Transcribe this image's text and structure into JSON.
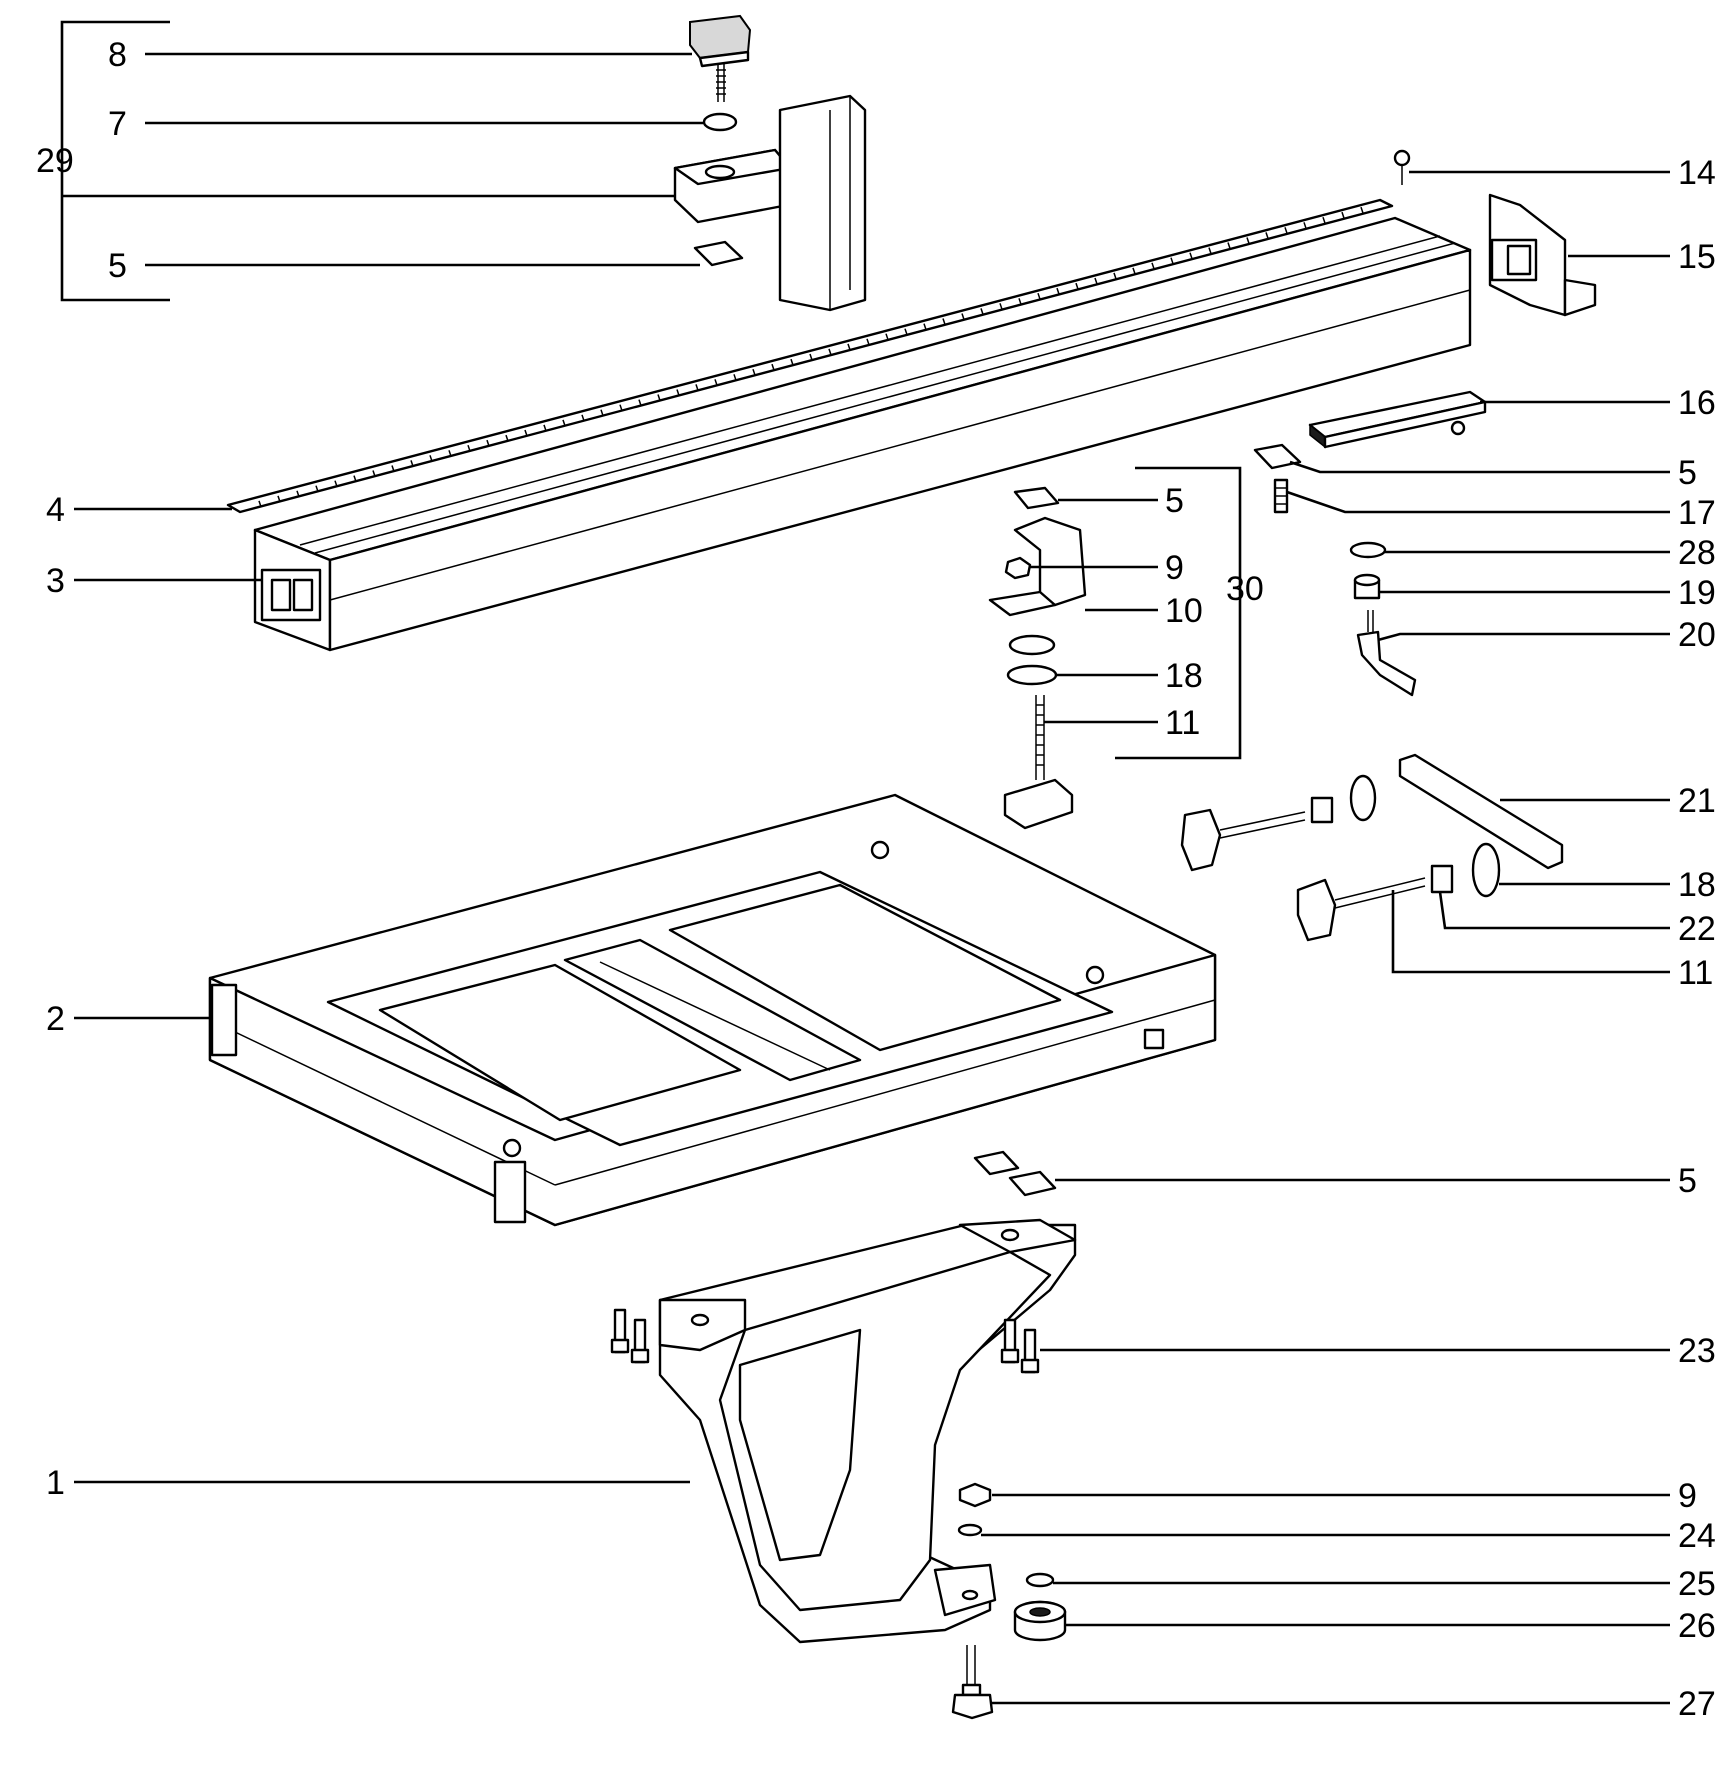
{
  "labels": {
    "l1": "1",
    "l2": "2",
    "l3": "3",
    "l4": "4",
    "l5a": "5",
    "l5b": "5",
    "l5c": "5",
    "l5d": "5",
    "l7": "7",
    "l8": "8",
    "l9a": "9",
    "l9b": "9",
    "l10": "10",
    "l11a": "11",
    "l11b": "11",
    "l14": "14",
    "l15": "15",
    "l16": "16",
    "l17": "17",
    "l18a": "18",
    "l18b": "18",
    "l19": "19",
    "l20": "20",
    "l21": "21",
    "l22": "22",
    "l23": "23",
    "l24": "24",
    "l25": "25",
    "l26": "26",
    "l27": "27",
    "l28": "28",
    "l29": "29",
    "l30": "30"
  }
}
